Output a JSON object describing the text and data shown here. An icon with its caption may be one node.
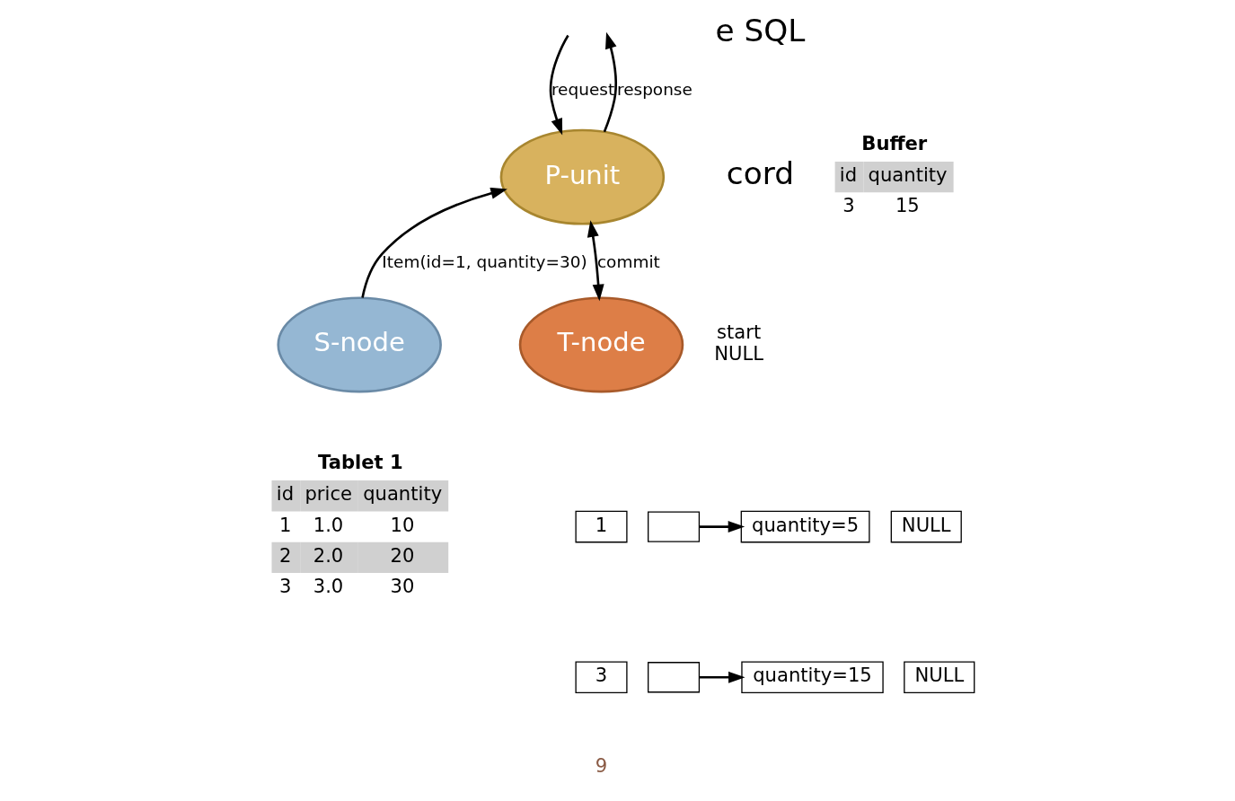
{
  "diagram": {
    "nodes": [
      {
        "text": [
          "P-unit"
        ]
      },
      {
        "text": [
          "S-node"
        ]
      },
      {
        "text": [
          "T-node"
        ]
      },
      {
        "text": [
          "1"
        ]
      },
      {
        "text": [],
        "shape": "box"
      },
      {
        "text": [
          "quantity=5"
        ]
      },
      {
        "text": [
          "NULL"
        ]
      },
      {
        "text": [
          "3"
        ]
      },
      {
        "text": [],
        "shape": "box"
      },
      {
        "text": [
          "quantity=15"
        ]
      },
      {
        "text": [
          "NULL"
        ]
      }
    ],
    "edges": [
      {
        "from": null,
        "to": 0,
        "arrow": "to",
        "label": "request"
      },
      {
        "from": 0,
        "to": null,
        "arrow": "to",
        "label": "response"
      },
      {
        "from": 1,
        "to": 0,
        "arrow": "to",
        "label": "Item(id=1, quantity=30)"
      },
      {
        "from": 0,
        "to": 2,
        "arrow": "both",
        "label": "commit"
      },
      {
        "from": 4,
        "to": 5,
        "arrow": "to"
      },
      {
        "from": 8,
        "to": 9,
        "arrow": "to"
      }
    ],
    "labels": [
      "e SQL",
      "cord",
      "Buffer",
      "id",
      "quantity",
      "3",
      "15",
      "Tablet 1",
      "id",
      "price",
      "quantity",
      "1",
      "1.0",
      "10",
      "2",
      "2.0",
      "20",
      "3",
      "3.0",
      "30",
      "start",
      "NULL",
      "9"
    ]
  }
}
